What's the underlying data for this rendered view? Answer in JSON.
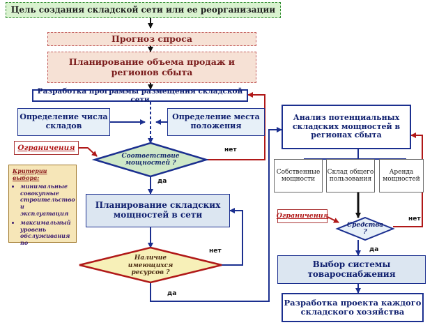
{
  "boxes": {
    "goal": "Цель создания складской сети или ее реорганизации",
    "forecast": "Прогноз спроса",
    "sales_planning": "Планирование объема продаж и регионов сбыта",
    "program": "Разработка программы размещения складской сети",
    "count": "Определение числа складов",
    "location": "Определение места положения",
    "limits_left": "Ограничения",
    "decision_compat": "Соответствие мощностей ?",
    "planning_capacity": "Планирование складских мощностей в сети",
    "decision_resources": "Наличие имеющихся ресурсов ?",
    "analysis": "Анализ потенциальных складских мощностей в регионах сбыта",
    "own": "Собственные мощности",
    "public": "Склад общего пользования",
    "rent": "Аренда мощностей",
    "limits_right": "Ограничения",
    "decision_means": "Средства ?",
    "choose_system": "Выбор системы товароснабжения",
    "develop_project": "Разработка проекта каждого складского хозяйства"
  },
  "criteria": {
    "title": "Критерии выбора:",
    "items": [
      "минимальные совокупные строительство и эксплуатация",
      "максимальный уровень обслуживания по"
    ]
  },
  "labels": {
    "yes_1": "да",
    "no_1": "нет",
    "yes_2": "да",
    "no_2": "нет",
    "yes_3": "да",
    "no_3": "нет"
  },
  "colors": {
    "line": "#1b2f8f",
    "arrow_red": "#b01818",
    "goal_fill": "#d9f2cf",
    "pink_fill": "#f6e1d5",
    "decision_fill": "#cfe8c8",
    "resource_fill": "#f7f0b8"
  }
}
